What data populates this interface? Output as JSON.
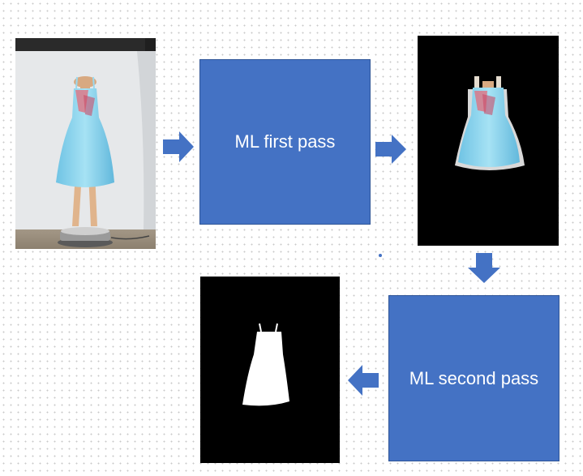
{
  "diagram": {
    "steps": [
      {
        "label": "ML first pass"
      },
      {
        "label": "ML second pass"
      }
    ],
    "images": [
      {
        "name": "input-photo",
        "description_icon": "dress-on-mannequin"
      },
      {
        "name": "first-pass-output",
        "description_icon": "dress-cutout-on-black"
      },
      {
        "name": "final-mask",
        "description_icon": "white-dress-silhouette"
      }
    ],
    "colors": {
      "process_box": "#4472c4",
      "arrow": "#4472c4",
      "dress": "#8fd3ec",
      "mask_background": "#000000",
      "mask_foreground": "#ffffff"
    }
  }
}
